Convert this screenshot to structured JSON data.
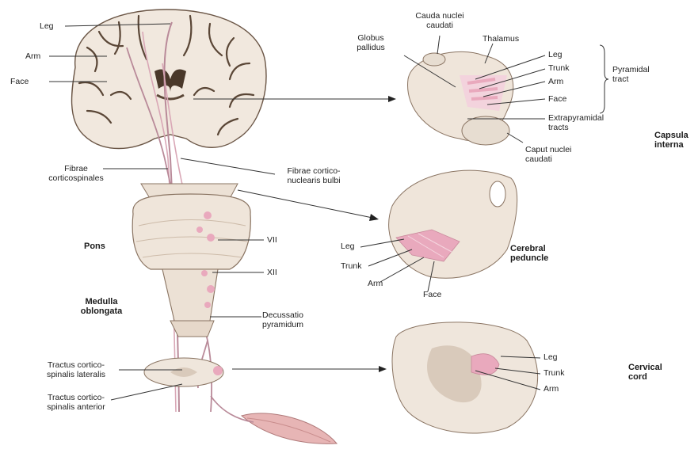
{
  "labels": {
    "leg": "Leg",
    "arm": "Arm",
    "face": "Face",
    "fibrae_corticospinales": [
      "Fibrae",
      "corticospinales"
    ],
    "fibrae_corticonuclearis": [
      "Fibrae cortico-",
      "nuclearis bulbi"
    ],
    "pons": "Pons",
    "medulla": [
      "Medulla",
      "oblongata"
    ],
    "vii": "VII",
    "xii": "XII",
    "decussatio": [
      "Decussatio",
      "pyramidum"
    ],
    "tractus_lateralis": [
      "Tractus cortico-",
      "spinalis lateralis"
    ],
    "tractus_anterior": [
      "Tractus cortico-",
      "spinalis anterior"
    ],
    "cauda": [
      "Cauda nuclei",
      "caudati"
    ],
    "globus": [
      "Globus",
      "pallidus"
    ],
    "thalamus": "Thalamus",
    "ci_leg": "Leg",
    "ci_trunk": "Trunk",
    "ci_arm": "Arm",
    "ci_face": "Face",
    "pyramidal": [
      "Pyramidal",
      "tract"
    ],
    "extrapyramidal": [
      "Extrapyramidal",
      "tracts"
    ],
    "caput": [
      "Caput nuclei",
      "caudati"
    ],
    "capsula": [
      "Capsula",
      "interna"
    ],
    "cp_leg": "Leg",
    "cp_trunk": "Trunk",
    "cp_arm": "Arm",
    "cp_face": "Face",
    "cerebral": [
      "Cerebral",
      "peduncle"
    ],
    "cc_leg": "Leg",
    "cc_trunk": "Trunk",
    "cc_arm": "Arm",
    "cervical": [
      "Cervical",
      "cord"
    ]
  },
  "colors": {
    "tissue": "#efe6dc",
    "tissue_dark": "#d9cabb",
    "sulcus": "#5a4636",
    "tract": "#e8c3cf",
    "tract_edge": "#b98a99",
    "pink": "#e9a9bd",
    "line": "#333333"
  }
}
